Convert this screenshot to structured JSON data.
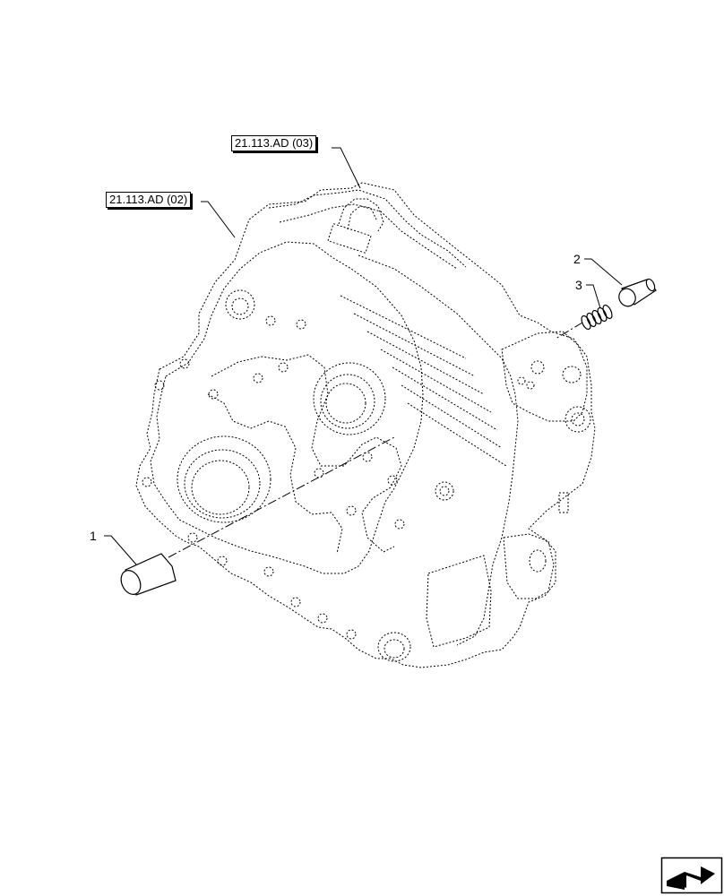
{
  "references": {
    "ref_02": "21.113.AD (02)",
    "ref_03": "21.113.AD (03)"
  },
  "callouts": {
    "item_1": "1",
    "item_2": "2",
    "item_3": "3"
  },
  "icons": {
    "navigation": "next-page-arrow-icon"
  },
  "colors": {
    "line": "#000000",
    "background": "#ffffff"
  }
}
